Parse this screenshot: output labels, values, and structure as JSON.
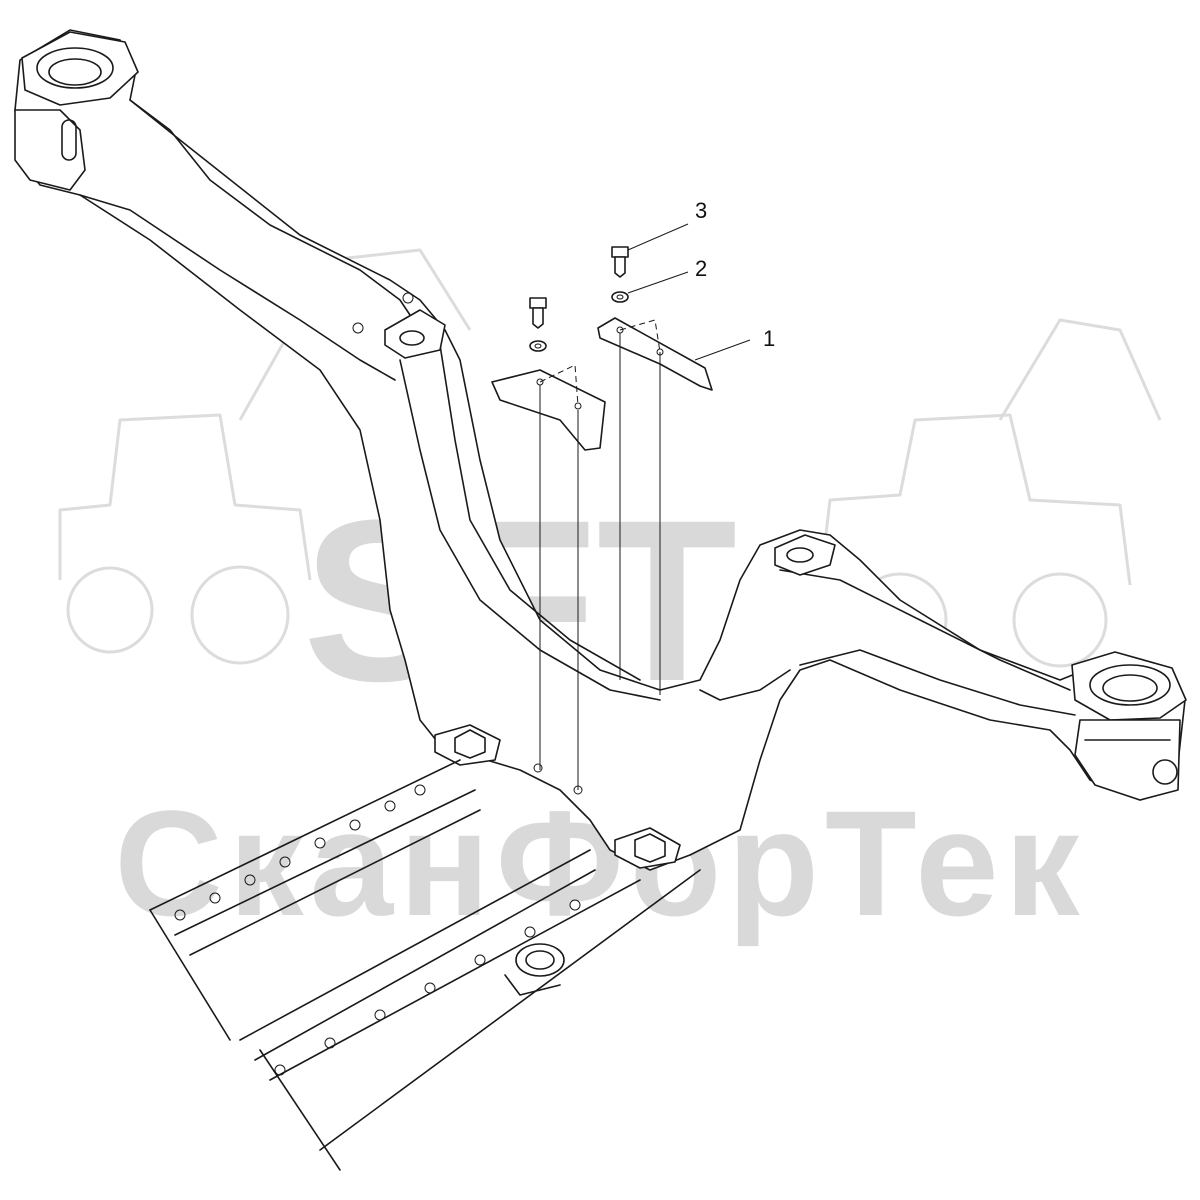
{
  "watermark": {
    "brand": "SFT",
    "company": "СканФорТек"
  },
  "callouts": [
    {
      "number": "1",
      "part": "plate"
    },
    {
      "number": "2",
      "part": "washer"
    },
    {
      "number": "3",
      "part": "bolt"
    }
  ],
  "colors": {
    "line": "#1a1a1a",
    "watermark": "#d9d9d9",
    "background": "#ffffff"
  }
}
